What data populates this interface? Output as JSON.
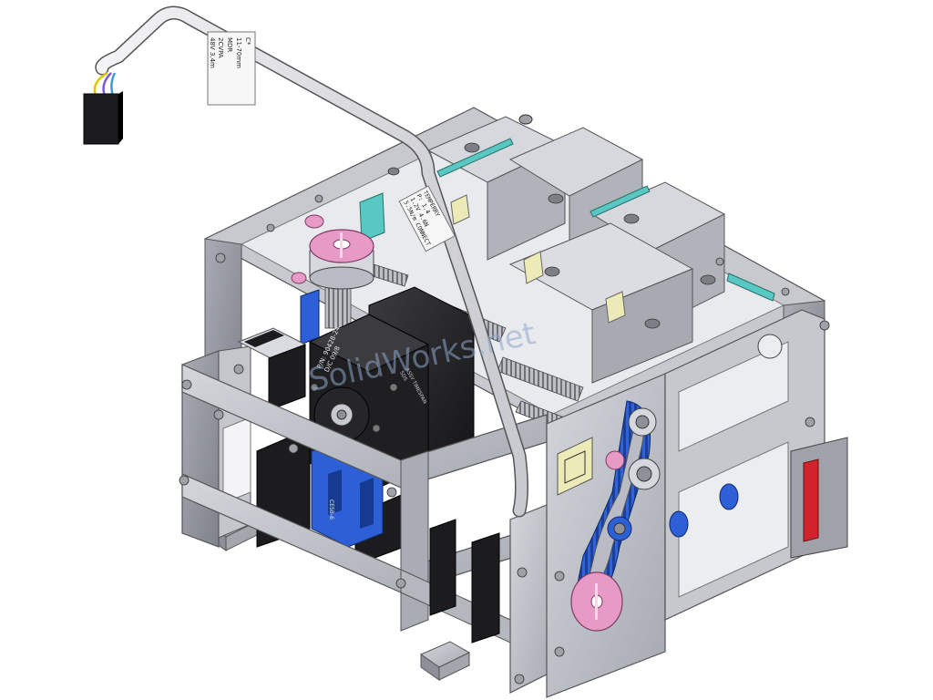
{
  "watermark": "SolidWorks.net",
  "cable_tag": [
    "C*",
    "11-70mm",
    "MDR",
    "2CVPA",
    "48V 3.4m"
  ],
  "upper_tag": [
    "TEMPERRY",
    "P: 1.4",
    "1.2V 4.6N",
    "5.5N/m CONNECT"
  ],
  "motor_label": [
    "P/N: 90428-24",
    "D/C 09/8"
  ],
  "motor_side_label": [
    "ASSY TIMESPAN",
    "5DS"
  ],
  "sensor_label": [
    "CE5B-6"
  ],
  "colors": {
    "frame": "#b9bcc4",
    "dark_frame": "#8d9099",
    "motor": "#2a2a2e",
    "accent_blue": "#2d5fd6",
    "accent_pink": "#e79ac6",
    "accent_cyan": "#58c8c2",
    "accent_red": "#d2232a",
    "accent_yellow": "#ecebb8"
  }
}
